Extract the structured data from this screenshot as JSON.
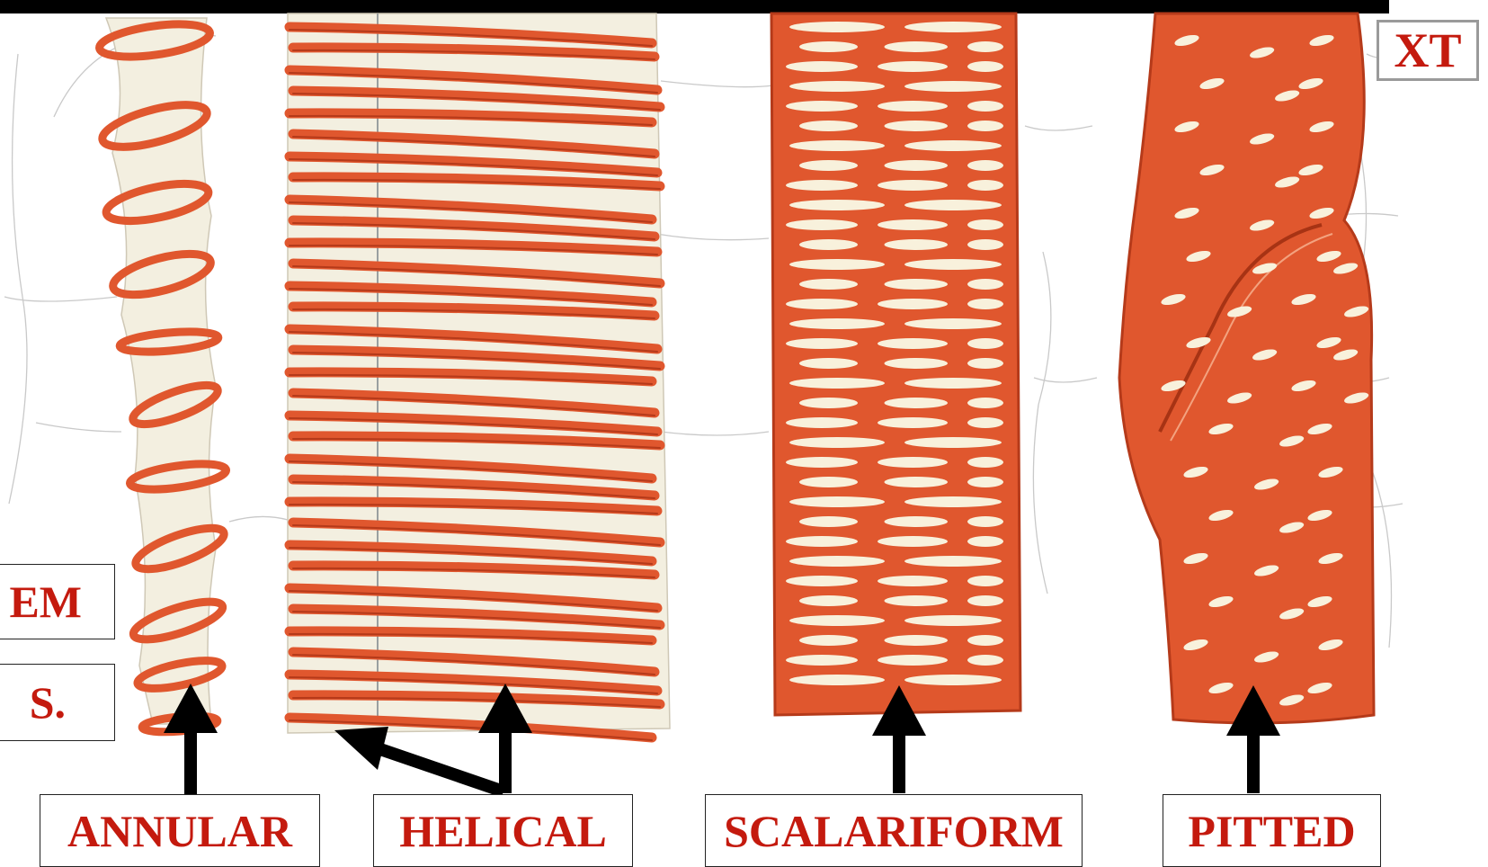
{
  "badge": {
    "text": "XT"
  },
  "side_labels": [
    {
      "text": "EM"
    },
    {
      "text": "S."
    }
  ],
  "vessel_labels": [
    {
      "text": "ANNULAR"
    },
    {
      "text": "HELICAL"
    },
    {
      "text": "SCALARIFORM"
    },
    {
      "text": "PITTED"
    }
  ],
  "colors": {
    "wall_thickening": "#e0572e",
    "wall_dark": "#b53a1a",
    "vessel_fill": "#f3efe0",
    "pit_fill": "#f8f1dc",
    "label_text": "#c41a0e",
    "arrow": "#000000"
  }
}
